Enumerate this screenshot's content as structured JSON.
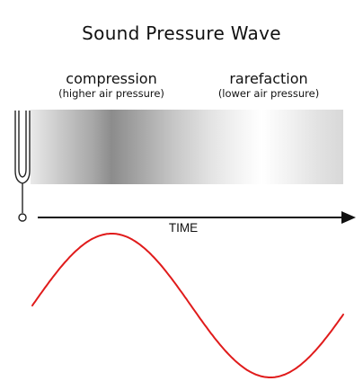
{
  "title": "Sound Pressure Wave",
  "compression": {
    "label": "compression",
    "sublabel": "(higher air pressure)"
  },
  "rarefaction": {
    "label": "rarefaction",
    "sublabel": "(lower air pressure)"
  },
  "axis": {
    "label": "TIME"
  },
  "colors": {
    "wave": "#e01b1b",
    "axis": "#111111",
    "background": "#ffffff"
  },
  "icons": {
    "source": "tuning-fork-icon"
  }
}
